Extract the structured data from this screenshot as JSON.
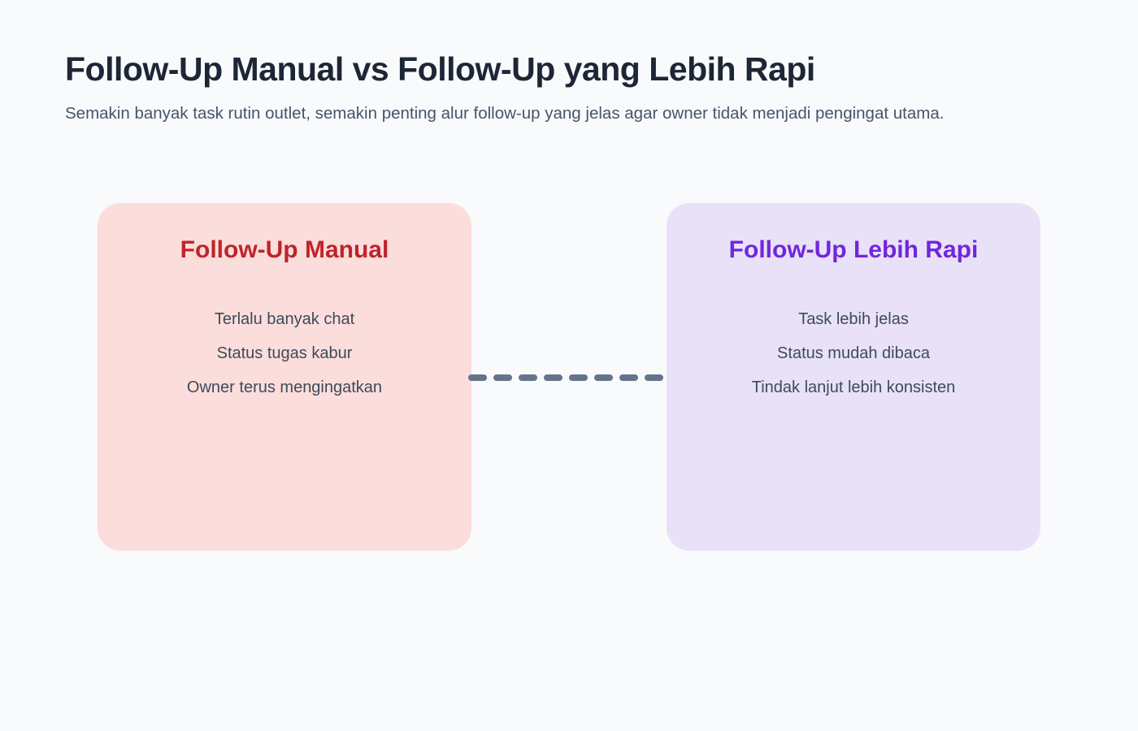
{
  "header": {
    "title": "Follow-Up Manual vs Follow-Up yang Lebih Rapi",
    "subtitle": "Semakin banyak task rutin outlet, semakin penting alur follow-up yang jelas agar owner tidak menjadi pengingat utama."
  },
  "cards": [
    {
      "title": "Follow-Up Manual",
      "title_color": "#bf242a",
      "bg_color": "#fbdddc",
      "items": [
        "Terlalu banyak chat",
        "Status tugas kabur",
        "Owner terus mengingatkan"
      ]
    },
    {
      "title": "Follow-Up Lebih Rapi",
      "title_color": "#7226dc",
      "bg_color": "#e8e1f8",
      "items": [
        "Task lebih jelas",
        "Status mudah dibaca",
        "Tindak lanjut lebih konsisten"
      ]
    }
  ],
  "connector": {
    "color": "#64748b",
    "style": "dashed"
  },
  "colors": {
    "page_background": "#f8fafc",
    "title_text": "#1e2636",
    "subtitle_text": "#475569",
    "item_text": "#3e4a5a"
  }
}
